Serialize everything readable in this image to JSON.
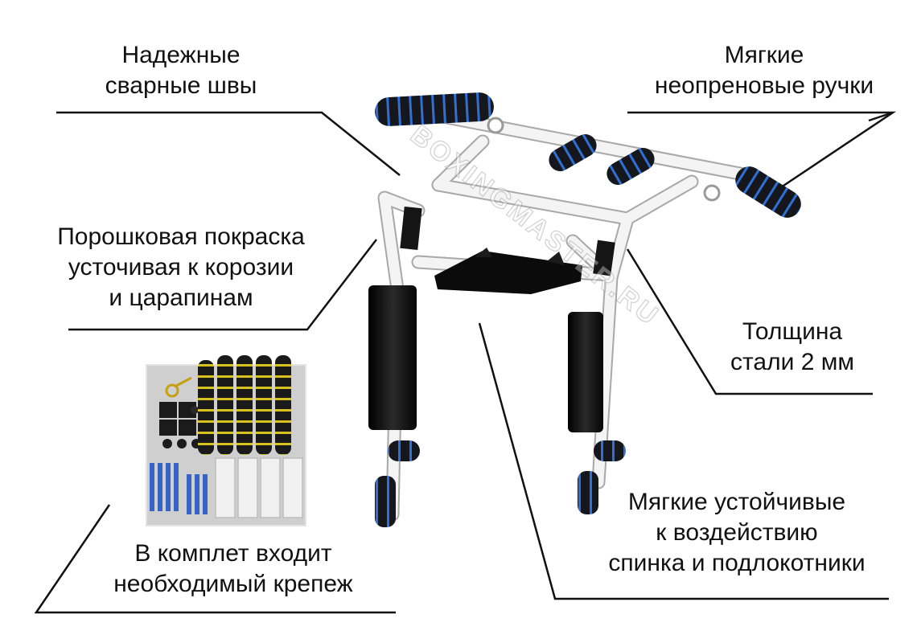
{
  "callouts": {
    "welds": {
      "line1": "Надежные",
      "line2": "сварные швы"
    },
    "handles": {
      "line1": "Мягкие",
      "line2": "неопреновые ручки"
    },
    "coating": {
      "line1": "Порошковая покраска",
      "line2": "усточивая к корозии",
      "line3": "и царапинам"
    },
    "steel": {
      "line1": "Толщина",
      "line2": "стали 2 мм"
    },
    "pads": {
      "line1": "Мягкие устойчивые",
      "line2": "к воздействию",
      "line3": "спинка и подлокотники"
    },
    "kit": {
      "line1": "В комплет входит",
      "line2": "необходимый крепеж"
    }
  },
  "watermark": "BOXINGMASTER.RU",
  "colors": {
    "frame": "#f4f4f4",
    "frame_edge": "#a8a8a8",
    "foam": "#15171c",
    "foam_stripe": "#2f6fd6",
    "kit_stripe": "#d8c21e",
    "pad": "#0b0b0b",
    "line": "#111111"
  }
}
